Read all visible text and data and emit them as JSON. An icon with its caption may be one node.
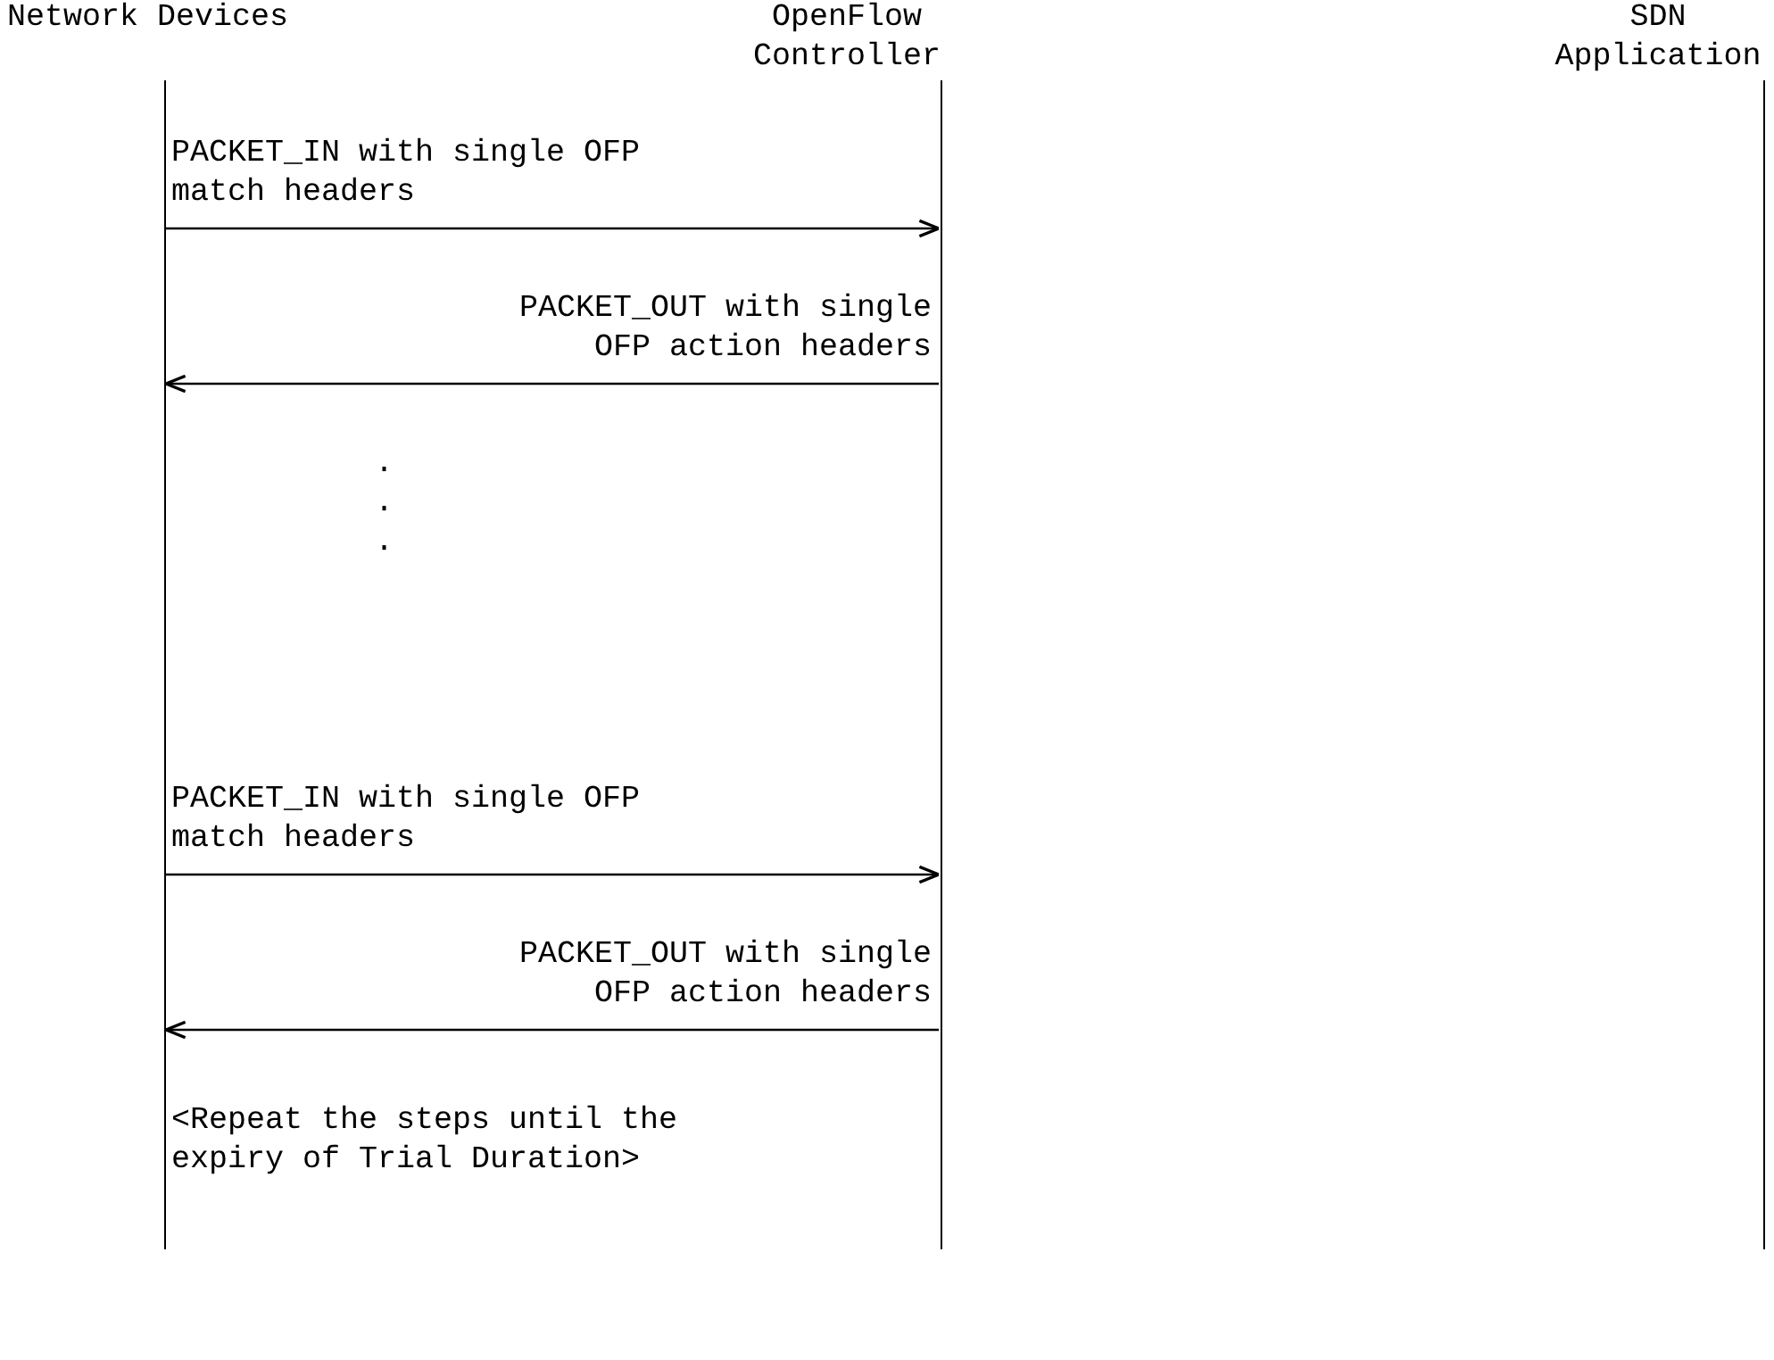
{
  "diagram": {
    "nodes": [
      {
        "text": [
          "Network Devices"
        ]
      },
      {
        "text": [
          "OpenFlow Controller"
        ]
      },
      {
        "text": [
          "SDN Application"
        ]
      }
    ],
    "edges": [
      {
        "from": 0,
        "to": 1,
        "arrow": "to",
        "label": "PACKET_IN with single OFP match headers"
      },
      {
        "from": 1,
        "to": 0,
        "arrow": "to",
        "label": "PACKET_OUT with single OFP action headers"
      },
      {
        "from": 0,
        "to": 1,
        "arrow": "to",
        "label": "PACKET_IN with single OFP match headers"
      },
      {
        "from": 1,
        "to": 0,
        "arrow": "to",
        "label": "PACKET_OUT with single OFP action headers"
      }
    ],
    "labels": [
      ".",
      ".",
      ".",
      "<Repeat the steps until the expiry of Trial Duration>"
    ]
  }
}
